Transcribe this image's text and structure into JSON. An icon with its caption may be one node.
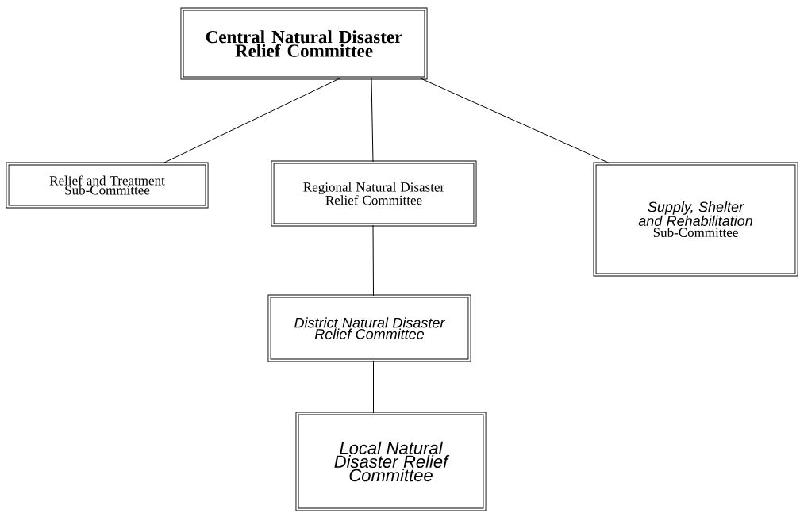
{
  "diagram": {
    "nodes": [
      {
        "text": [
          "Central Natural Disaster Relief Committee"
        ]
      },
      {
        "text": [
          "Relief and Treatment Sub-Committee"
        ]
      },
      {
        "text": [
          "Regional Natural Disaster Relief Committee"
        ]
      },
      {
        "text": [
          "Supply, Shelter and Rehabilitation",
          "Sub-Committee"
        ]
      },
      {
        "text": [
          "District Natural Disaster Relief Committee"
        ]
      },
      {
        "text": [
          "Local Natural Disaster Relief Committee"
        ]
      }
    ],
    "edges": [
      {
        "from": 0,
        "to": 1,
        "arrow": "none"
      },
      {
        "from": 0,
        "to": 2,
        "arrow": "none"
      },
      {
        "from": 0,
        "to": 3,
        "arrow": "none"
      },
      {
        "from": 2,
        "to": 4,
        "arrow": "none"
      },
      {
        "from": 4,
        "to": 5,
        "arrow": "none"
      }
    ]
  }
}
